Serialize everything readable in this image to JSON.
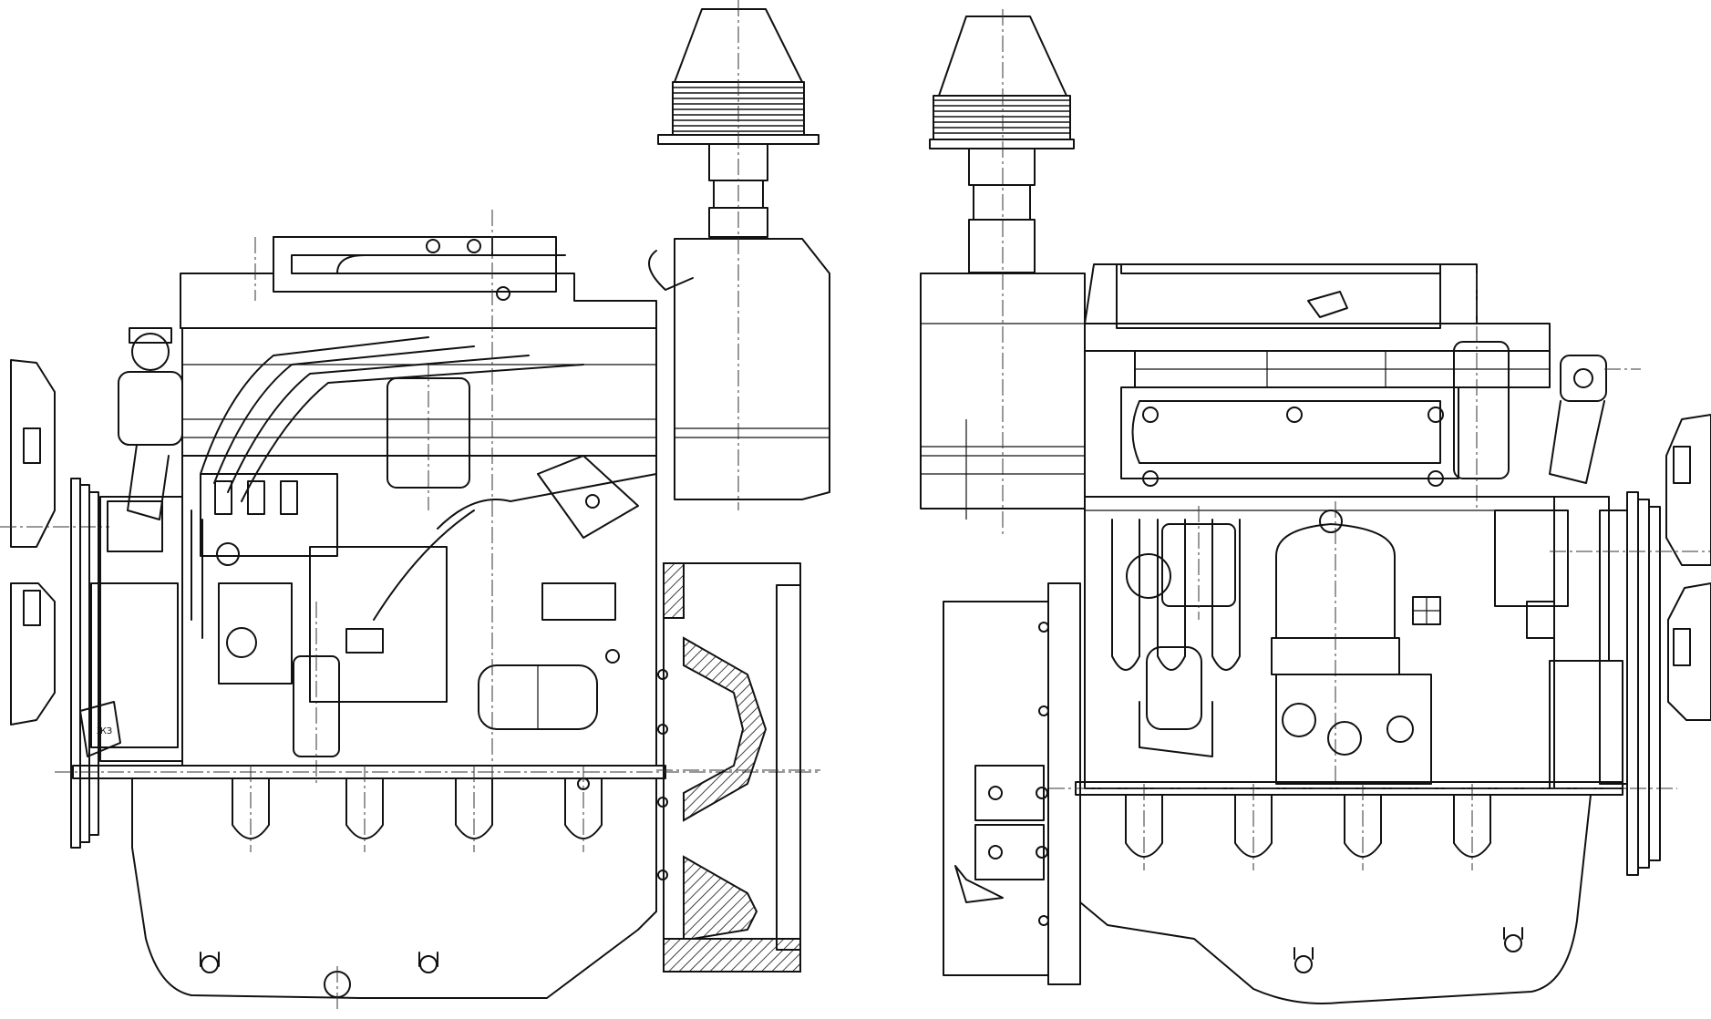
{
  "drawing": {
    "background_color": "#ffffff",
    "line_color": "#111111",
    "views": [
      {
        "id": "left-side-view"
      },
      {
        "id": "right-side-view"
      }
    ],
    "tag_label": "ЖЗ"
  }
}
